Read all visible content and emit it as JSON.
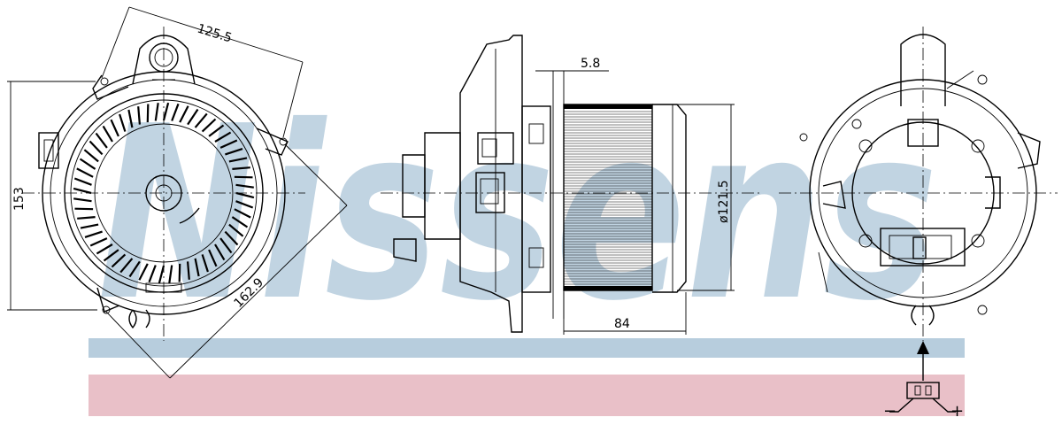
{
  "watermark": "Nissens",
  "dimensions": {
    "top_width": "125.5",
    "height": "153",
    "diagonal": "162.9",
    "flange": "5.8",
    "diameter": "ø121.5",
    "length": "84"
  },
  "connector": {
    "minus": "−",
    "plus": "+"
  },
  "colors": {
    "band_blue": "#b7cddd",
    "band_pink": "#e9c0c8",
    "watermark": "#b7cddd"
  }
}
